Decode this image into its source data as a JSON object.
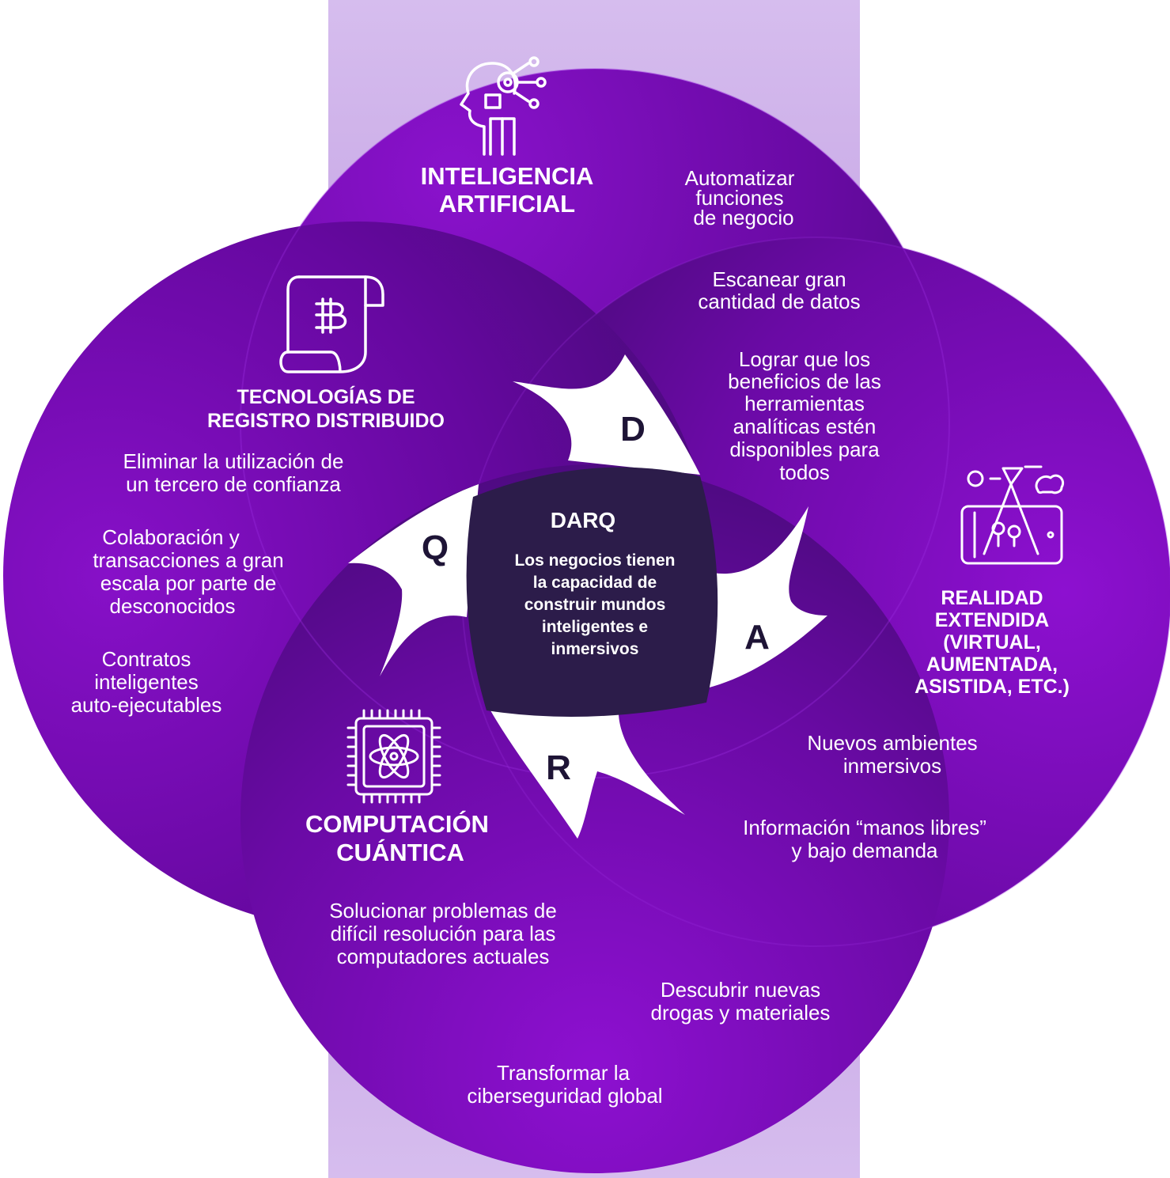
{
  "center": {
    "title": "DARQ",
    "lines": [
      "Los negocios tienen",
      "la capacidad de",
      "construir mundos",
      "inteligentes e",
      "inmersivos"
    ]
  },
  "letters": {
    "d": "D",
    "a": "A",
    "r": "R",
    "q": "Q"
  },
  "ai": {
    "title": [
      "INTELIGENCIA",
      "ARTIFICIAL"
    ],
    "icon": "ai-head-gear-icon",
    "points": [
      [
        "Automatizar",
        "funciones",
        "de negocio"
      ],
      [
        "Escanear gran",
        "cantidad de datos"
      ],
      [
        "Lograr que los",
        "beneficios de las",
        "herramientas",
        "analíticas estén",
        "disponibles para",
        "todos"
      ]
    ]
  },
  "dlt": {
    "title": [
      "TECNOLOGÍAS DE",
      "REGISTRO DISTRIBUIDO"
    ],
    "icon": "bitcoin-scroll-icon",
    "points": [
      [
        "Eliminar la utilización de",
        "un tercero de confianza"
      ],
      [
        "Colaboración y",
        "transacciones a gran",
        "escala por parte de",
        "desconocidos"
      ],
      [
        "Contratos",
        "inteligentes",
        "auto-ejecutables"
      ]
    ]
  },
  "xr": {
    "title": [
      "REALIDAD",
      "EXTENDIDA",
      "(VIRTUAL,",
      "AUMENTADA,",
      "ASISTIDA, ETC.)"
    ],
    "icon": "tablet-landscape-icon",
    "points": [
      [
        "Nuevos ambientes",
        "inmersivos"
      ],
      [
        "Información “manos libres”",
        "y bajo demanda"
      ]
    ]
  },
  "qc": {
    "title": [
      "COMPUTACIÓN",
      "CUÁNTICA"
    ],
    "icon": "atom-chip-icon",
    "points": [
      [
        "Solucionar problemas de",
        "difícil resolución para las",
        "computadores actuales"
      ],
      [
        "Descubrir nuevas",
        "drogas y materiales"
      ],
      [
        "Transformar la",
        "ciberseguridad global"
      ]
    ]
  },
  "colors": {
    "circle_light": "#8e0ccf",
    "circle_dark": "#4a0a7a",
    "center_box": "#2c1c4a",
    "band": "#c8a9e6",
    "letter": "#1e1436"
  }
}
